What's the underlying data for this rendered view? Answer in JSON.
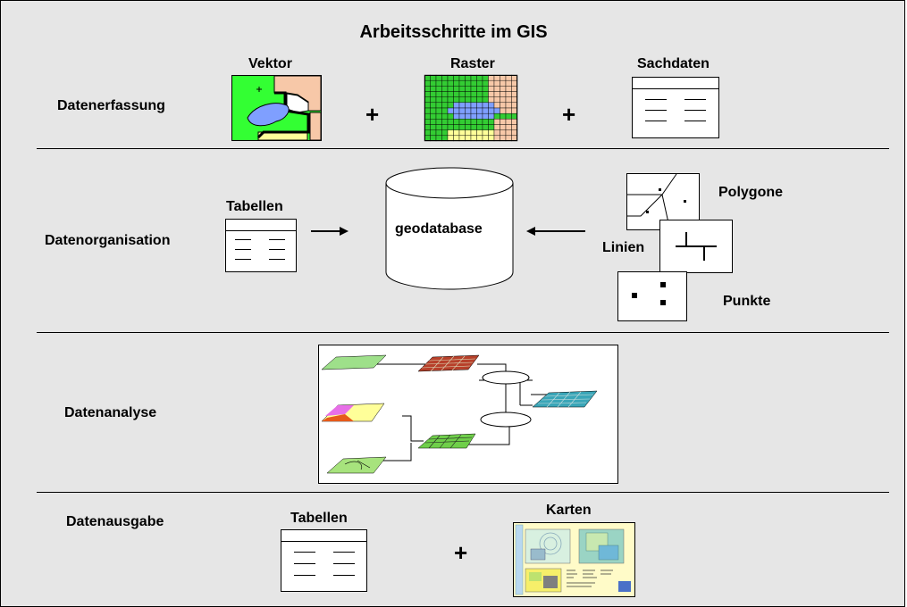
{
  "title": "Arbeitsschritte im GIS",
  "sections": {
    "erfassung": {
      "label": "Datenerfassung",
      "vektor": "Vektor",
      "raster": "Raster",
      "sachdaten": "Sachdaten",
      "plus": "+"
    },
    "organisation": {
      "label": "Datenorganisation",
      "tabellen": "Tabellen",
      "database": "geodatabase",
      "polygone": "Polygone",
      "linien": "Linien",
      "punkte": "Punkte"
    },
    "analyse": {
      "label": "Datenanalyse"
    },
    "ausgabe": {
      "label": "Datenausgabe",
      "tabellen": "Tabellen",
      "karten": "Karten",
      "plus": "+"
    }
  },
  "colors": {
    "background": "#e6e6e6",
    "vector_green": "#33ff33",
    "water_blue": "#7f9fff",
    "parcel_peach": "#f7c8a8",
    "parcel_yellow": "#ffff99",
    "raster_red": "#b7402a",
    "map_cream": "#fffbc8"
  }
}
